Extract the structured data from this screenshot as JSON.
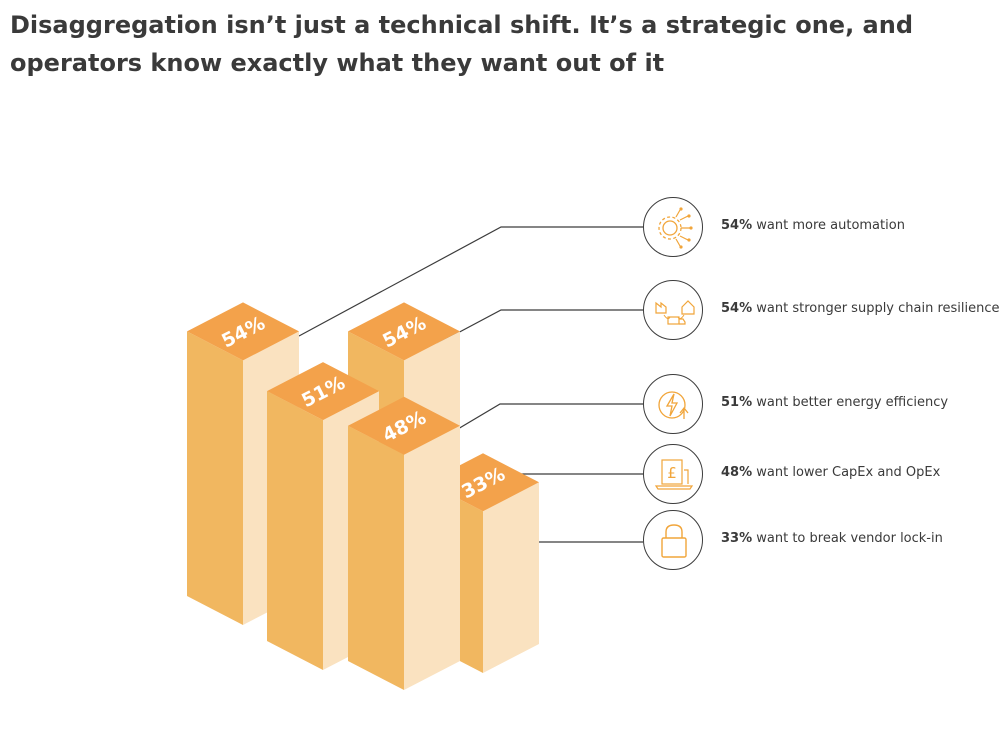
{
  "title": "Disaggregation isn’t just a technical shift. It’s a strategic one, and operators know exactly what they want out of it",
  "colors": {
    "bar_top": "#f3a24b",
    "bar_front": "#f1b760",
    "bar_side": "#fae2c0",
    "bar_label": "#ffffff",
    "line": "#3c3c3c",
    "icon": "#f1a53a",
    "text": "#3a3a3a"
  },
  "chart_data": {
    "type": "bar",
    "categories": [
      "want more automation",
      "want stronger supply chain resilience",
      "want better energy efficiency",
      "want lower CapEx and OpEx",
      "want to break vendor lock-in"
    ],
    "values": [
      54,
      54,
      51,
      48,
      33
    ],
    "value_labels": [
      "54%",
      "54%",
      "51%",
      "48%",
      "33%"
    ],
    "icons": [
      "automation-gear-icon",
      "supply-chain-icon",
      "energy-bolt-icon",
      "capex-pound-icon",
      "padlock-icon"
    ],
    "title": "",
    "xlabel": "",
    "ylabel": ""
  }
}
